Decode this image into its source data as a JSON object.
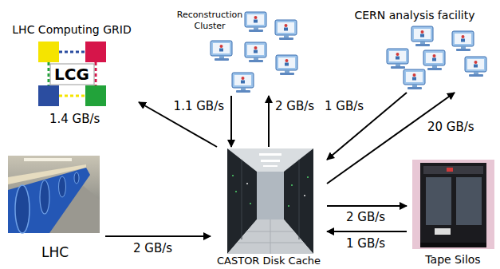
{
  "diagram": {
    "nodes": [
      {
        "text": [
          "LHC Computing GRID",
          "LCG"
        ]
      },
      {
        "text": [
          "Reconstruction Cluster"
        ]
      },
      {
        "text": [
          "CERN analysis facility"
        ]
      },
      {
        "text": [
          "LHC"
        ]
      },
      {
        "text": [
          "CASTOR Disk Cache"
        ]
      },
      {
        "text": [
          "Tape Silos"
        ]
      }
    ],
    "edges": [
      {
        "from": 4,
        "to": 0,
        "label": "1.4 GB/s",
        "arrow": "to"
      },
      {
        "from": 1,
        "to": 4,
        "label": "1.1 GB/s",
        "arrow": "to"
      },
      {
        "from": 4,
        "to": 1,
        "label": "2 GB/s",
        "arrow": "to"
      },
      {
        "from": 2,
        "to": 4,
        "label": "1 GB/s",
        "arrow": "to"
      },
      {
        "from": 4,
        "to": 2,
        "label": "20 GB/s",
        "arrow": "to"
      },
      {
        "from": 3,
        "to": 4,
        "label": "2 GB/s",
        "arrow": "to"
      },
      {
        "from": 4,
        "to": 5,
        "label": "2 GB/s",
        "arrow": "to"
      },
      {
        "from": 5,
        "to": 4,
        "label": "1 GB/s",
        "arrow": "to"
      }
    ]
  }
}
